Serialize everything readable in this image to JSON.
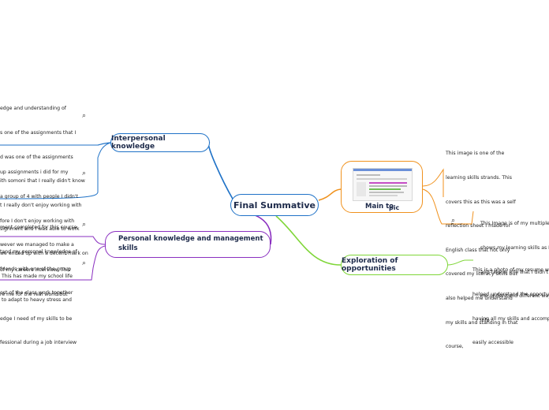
{
  "nodes": {
    "central": "Final Summative",
    "interpersonal": "Interpersonal knowledge",
    "personal_line1": "Personal knowledge and management",
    "personal_line2": "skills",
    "main_topic_a": "Main to",
    "main_topic_b": "pic",
    "exploration": "Exploration of opportunities"
  },
  "notes": {
    "inter_1": [
      "edge and understanding of",
      "s one of the assignments that I",
      "d was one of the assignments",
      "ith somoni that I really didn't know",
      "t I really don't enjoy working with",
      "signment and i was able to work",
      "we ended up with a decent mark on"
    ],
    "inter_2": [
      "up assignments i did for my",
      "a group of 4 with people I didn't",
      "fore I don't enjoy working with",
      "wever we managed to make a",
      "friends with one of the group",
      "ost of the class work together"
    ],
    "pers_1": [
      "ment completed for this course.",
      "tand my personal knowledge of",
      " This has made my school life",
      " to adapt to heavy stress and"
    ],
    "pers_2": [
      "of my careers interview. This",
      "re me for the real world but",
      "edge I need of my skills to be",
      "fessional during a job interview"
    ],
    "main_1": [
      "This image is one of the",
      "learning skills strands. This",
      "covers this as this was a self",
      "reflection sheet I made for",
      "English class that not only",
      "covered my literacy skills but",
      "also helped me understand",
      "my skills and standing in that",
      "course,"
    ],
    "main_2": [
      "This Image is of my multiple int",
      "shows my learning skills as I wa",
      "and take in info that I didn't und",
      "me understand different ways l",
      "info"
    ],
    "explore_1": [
      "This is a photo of my resume which",
      "helped understand the opportuniti",
      "having all my skills and accomplish",
      "easily accessible"
    ]
  },
  "clip_icon": "paperclip-icon",
  "colors": {
    "interpersonal": "#1f72c7",
    "personal": "#8a2fc0",
    "main": "#f0921e",
    "exploration": "#7fd638",
    "central": "#1f72c7"
  }
}
